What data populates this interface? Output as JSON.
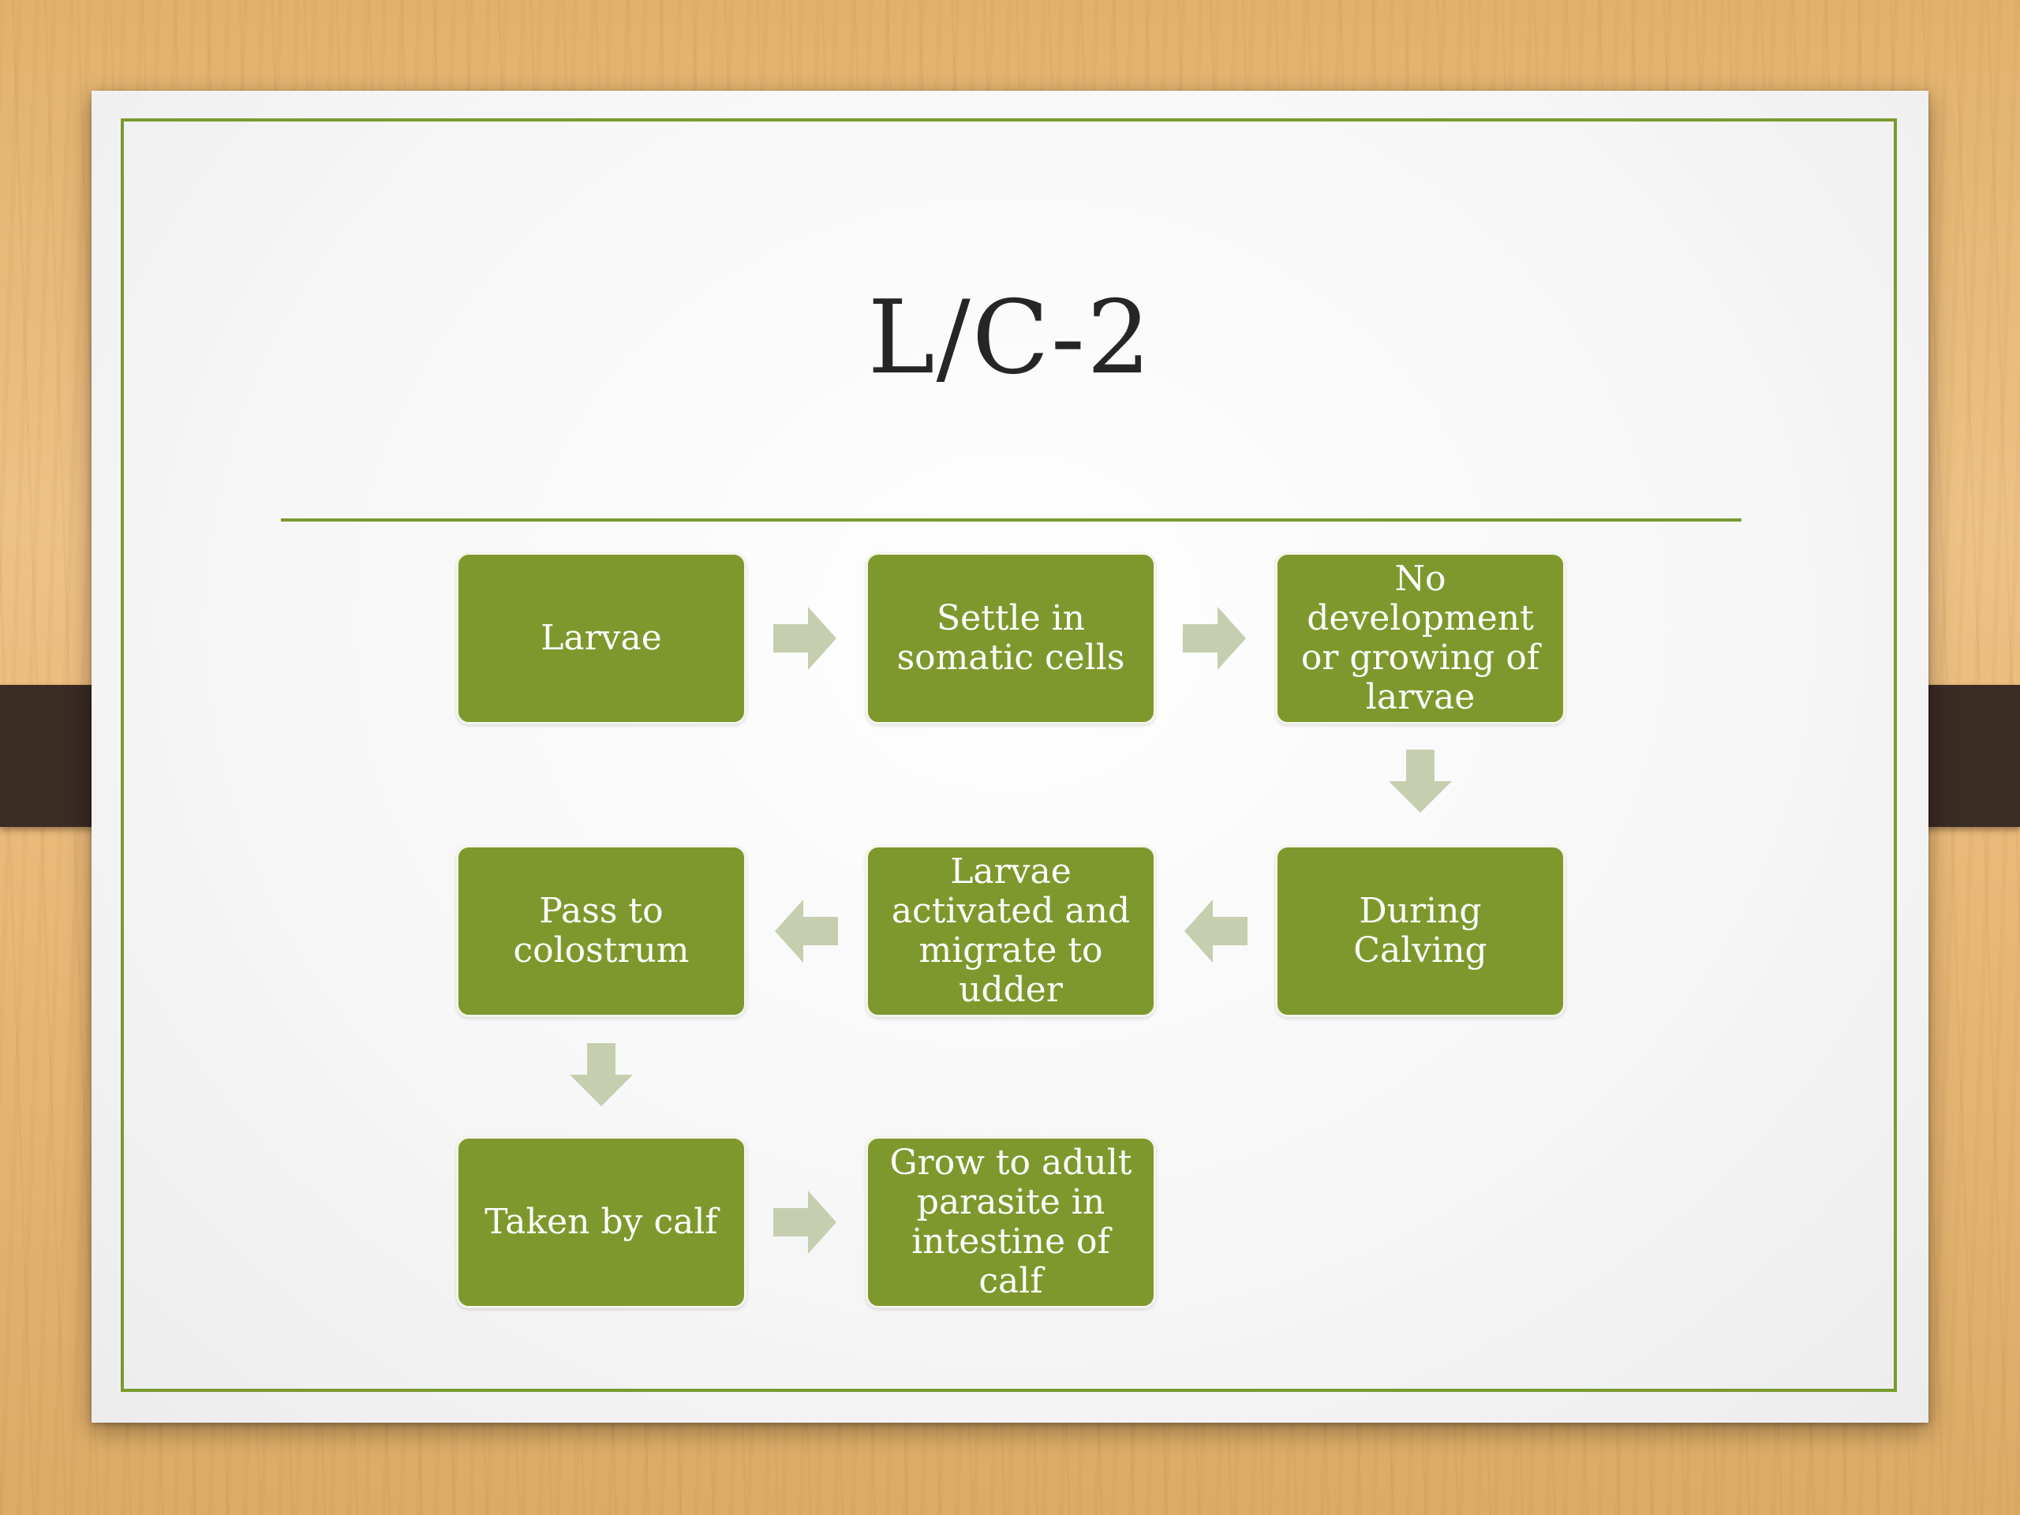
{
  "slide": {
    "title": "L/C-2"
  },
  "flow": {
    "steps": [
      "Larvae",
      "Settle in somatic cells",
      "No development or growing of larvae",
      "During Calving",
      "Larvae activated and migrate  to udder",
      "Pass to colostrum",
      "Taken by calf",
      "Grow to adult parasite in intestine of  calf"
    ]
  },
  "colors": {
    "box": "#7f982d",
    "border": "#7a9a2f",
    "arrow": "#c5cfaf",
    "clip": "#3a2b23"
  }
}
